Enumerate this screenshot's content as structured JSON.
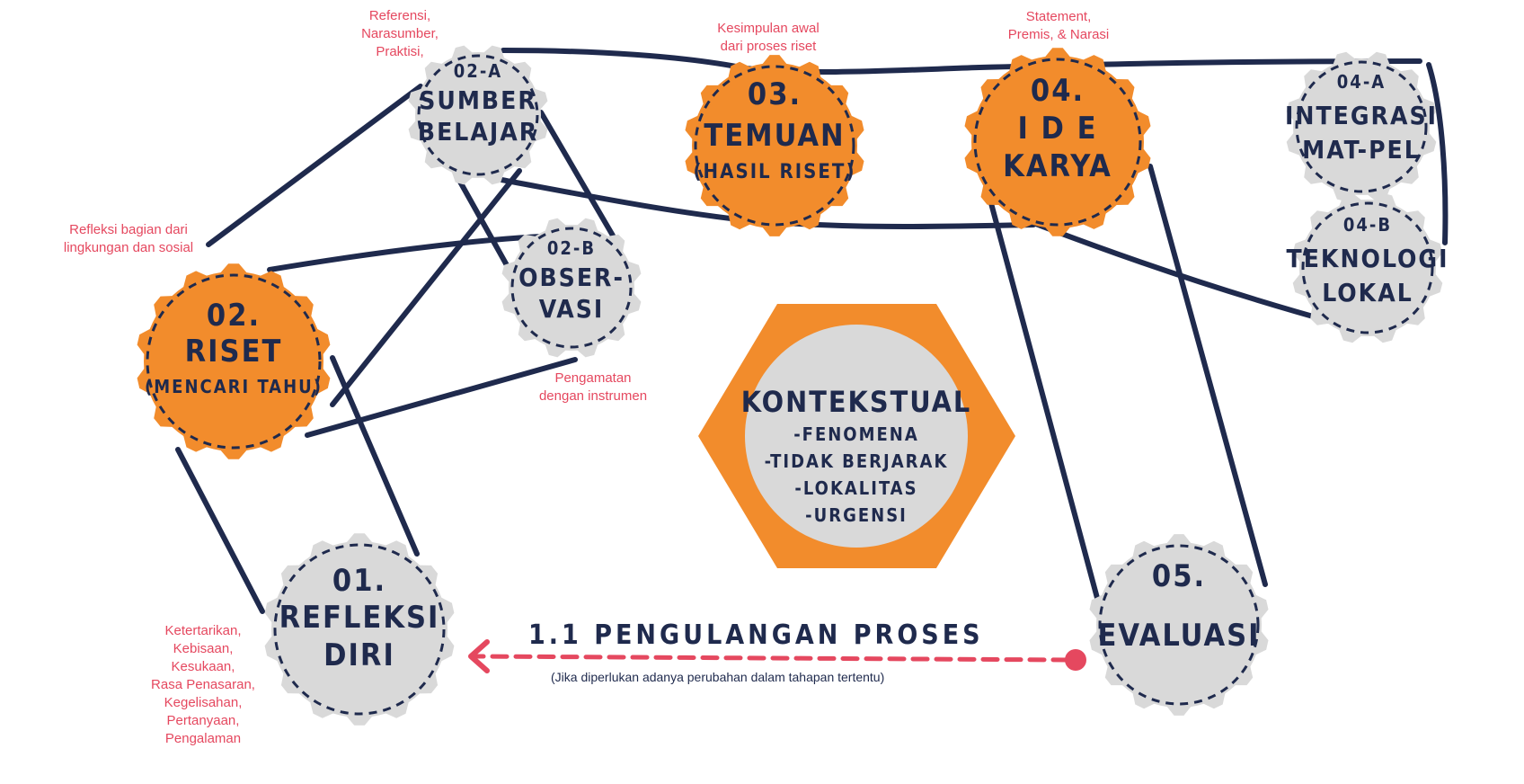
{
  "colors": {
    "navy": "#1f2a4d",
    "orange": "#f28c2c",
    "gray": "#d9d9d9",
    "red": "#e5485f"
  },
  "center": {
    "title": "KONTEKSTUAL",
    "items": [
      "-FENOMENA",
      "-TIDAK BERJARAK",
      "-LOKALITAS",
      "-URGENSI"
    ]
  },
  "nodes": {
    "refleksi": {
      "line1": "01.",
      "line2": "REFLEKSI",
      "line3": "DIRI"
    },
    "riset": {
      "line1": "02.",
      "line2": "RISET",
      "line3": "(MENCARI TAHU)"
    },
    "sumber": {
      "line1": "02-A",
      "line2": "SUMBER",
      "line3": "BELAJAR"
    },
    "observasi": {
      "line1": "02-B",
      "line2": "OBSER-",
      "line3": "VASI"
    },
    "temuan": {
      "line1": "03.",
      "line2": "TEMUAN",
      "line3": "(HASIL RISET)"
    },
    "ide": {
      "line1": "04.",
      "line2": "I D E",
      "line3": "KARYA"
    },
    "integrasi": {
      "line1": "04-A",
      "line2": "INTEGRASI",
      "line3": "MAT-PEL"
    },
    "teknologi": {
      "line1": "04-B",
      "line2": "TEKNOLOGI",
      "line3": "LOKAL"
    },
    "evaluasi": {
      "line1": "05.",
      "line2": "EVALUASI"
    }
  },
  "notes": {
    "sumber": [
      "Referensi,",
      "Narasumber,",
      "Praktisi,"
    ],
    "temuan": [
      "Kesimpulan awal",
      "dari proses riset"
    ],
    "ide": [
      "Statement,",
      "Premis, & Narasi"
    ],
    "riset": [
      "Refleksi bagian dari",
      "lingkungan dan sosial"
    ],
    "observasi": [
      "Pengamatan",
      "dengan instrumen"
    ],
    "refleksi": [
      "Ketertarikan,",
      "Kebisaan,",
      "Kesukaan,",
      "Rasa Penasaran,",
      "Kegelisahan,",
      "Pertanyaan,",
      "Pengalaman"
    ]
  },
  "repeat": {
    "title": "1.1  PENGULANGAN PROSES",
    "subtitle": "(Jika diperlukan adanya perubahan dalam tahapan tertentu)"
  }
}
